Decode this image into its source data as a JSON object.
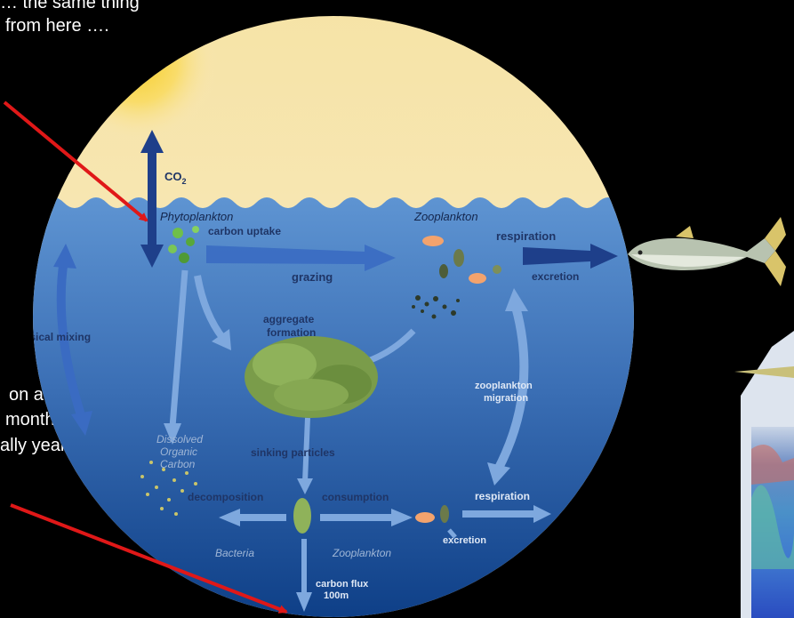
{
  "overlay": {
    "top_text_line1": "… the same thing",
    "top_text_line2": "from here ….",
    "bottom_text_line1": "on a scale of",
    "bottom_text_line2": "months, to",
    "bottom_text_line3": "ally years"
  },
  "diagram": {
    "co2": "CO",
    "co2_sub": "2",
    "phytoplankton": "Phytoplankton",
    "carbon_uptake": "carbon uptake",
    "zooplankton_top": "Zooplankton",
    "respiration_top": "respiration",
    "grazing": "grazing",
    "excretion_top": "excretion",
    "aggregate_line1": "aggregate",
    "aggregate_line2": "formation",
    "physical_mixing": "physical mixing",
    "zooplankton_migration_line1": "zooplankton",
    "zooplankton_migration_line2": "migration",
    "dissolved_line1": "Dissolved",
    "dissolved_line2": "Organic",
    "dissolved_line3": "Carbon",
    "sinking_particles": "sinking particles",
    "decomposition": "decomposition",
    "consumption": "consumption",
    "respiration_bottom": "respiration",
    "excretion_bottom": "excretion",
    "bacteria": "Bacteria",
    "zooplankton_bottom": "Zooplankton",
    "carbon_flux_line1": "carbon flux",
    "carbon_flux_line2": "100m"
  },
  "colors": {
    "sky": "#f8e8b8",
    "sun": "#f7d13c",
    "ocean_top": "#5a8ccc",
    "ocean_bottom": "#0d3f86",
    "arrow_dark": "#1e3f8a",
    "pointer_arrow": "#e01818"
  }
}
